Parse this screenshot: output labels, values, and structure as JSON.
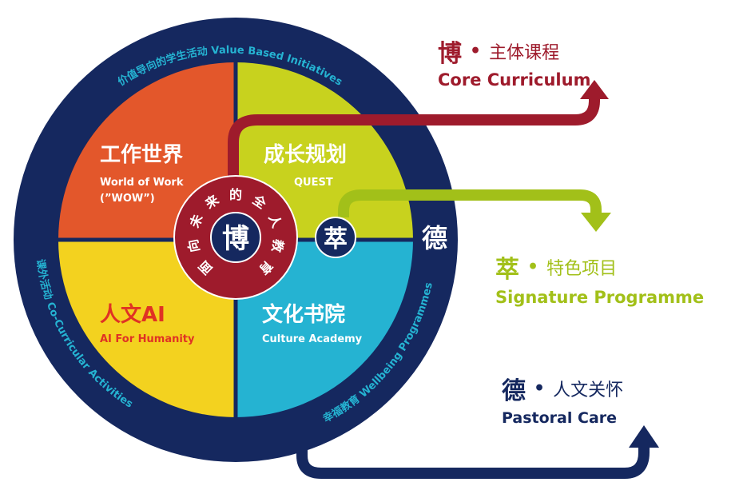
{
  "outer_ring": {
    "top_text": "价值导向的学生活动 Value Based Initiatives",
    "left_text": "课外活动 Co-Curricular Activities",
    "right_text": "幸福教育 Wellbeing Programmes"
  },
  "quadrants": [
    {
      "id": "wow",
      "title": "工作世界",
      "subtitle": "World of Work",
      "subtitle2": "(”WOW”)",
      "color": "#e3572b",
      "title_color": "#ffffff",
      "subtitle_color": "#ffffff"
    },
    {
      "id": "quest",
      "title": "成长规划",
      "subtitle": "QUEST",
      "color": "#c8d21e",
      "title_color": "#ffffff",
      "subtitle_color": "#ffffff"
    },
    {
      "id": "ai",
      "title": "人文AI",
      "subtitle": "AI For Humanity",
      "color": "#f3d21f",
      "title_color": "#e03224",
      "subtitle_color": "#e03224"
    },
    {
      "id": "culture",
      "title": "文化书院",
      "subtitle": "Culture Academy",
      "color": "#25b3d2",
      "title_color": "#ffffff",
      "subtitle_color": "#ffffff"
    }
  ],
  "center": {
    "ring_chars": [
      "面",
      "向",
      "未",
      "来",
      "的",
      "全",
      "人",
      "教",
      "育"
    ],
    "core_char": "博",
    "core_color": "#9e1b2c"
  },
  "pillars": {
    "signature_char": "萃",
    "pastoral_char": "德"
  },
  "legend": [
    {
      "id": "core",
      "char": "博",
      "dot": "•",
      "cn": "主体课程",
      "en": "Core Curriculum",
      "color": "#9e1b2c"
    },
    {
      "id": "sig",
      "char": "萃",
      "dot": "•",
      "cn": "特色项目",
      "en": "Signature Programme",
      "color": "#a2c019"
    },
    {
      "id": "past",
      "char": "德",
      "dot": "•",
      "cn": "人文关怀",
      "en": "Pastoral Care",
      "color": "#15285f"
    }
  ],
  "colors": {
    "navy": "#15285f",
    "core_red": "#9e1b2c",
    "signature_green": "#a2c019"
  }
}
